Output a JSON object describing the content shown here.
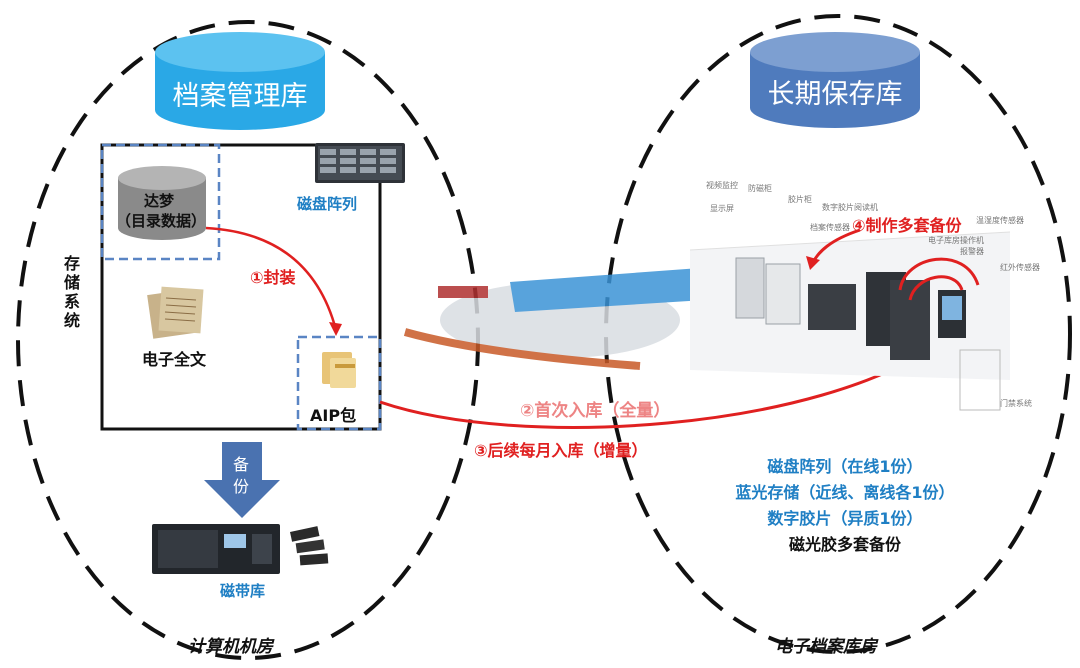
{
  "left": {
    "db_title": "档案管理库",
    "disk_array": "磁盘阵列",
    "dameng": "达梦",
    "catalog": "（目录数据）",
    "storage_system": "存\n储\n系\n统",
    "fulltext": "电子全文",
    "encapsulate": "①封装",
    "aip": "AIP包",
    "backup": "备\n份",
    "tape_library": "磁带库",
    "room": "计算机机房"
  },
  "right": {
    "db_title": "长期保存库",
    "make_backups": "④制作多套备份",
    "lines": [
      "磁盘阵列（在线1份）",
      "蓝光存储（近线、离线各1份）",
      "数字胶片（异质1份）"
    ],
    "summary": "磁光胶多套备份",
    "room": "电子档案库房",
    "room_labels": [
      "视频监控",
      "防磁柜",
      "显示屏",
      "胶片柜",
      "数字胶片阅读机",
      "档案传感器",
      "温湿度传感器",
      "电子库房操作机",
      "报警器",
      "红外传感器",
      "门禁系统"
    ]
  },
  "middle": {
    "initial_import": "②首次入库（全量）",
    "monthly_import": "③后续每月入库（增量）"
  },
  "colors": {
    "cyl_left": "#2aa8e6",
    "cyl_right": "#4f7bbd",
    "accent_blue": "#1f7fc4",
    "arrow_red": "#e02020",
    "backup_arrow": "#4a72b0"
  }
}
